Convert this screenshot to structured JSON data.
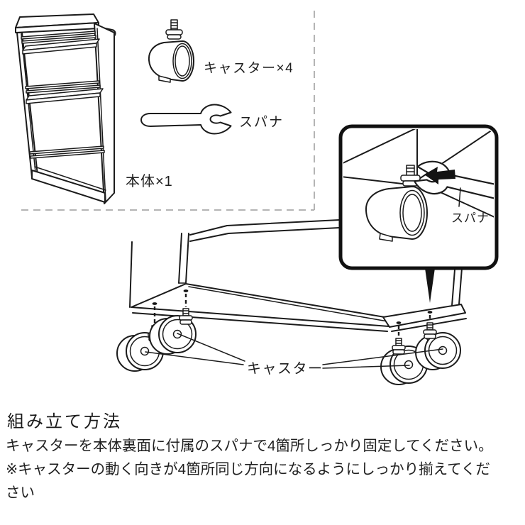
{
  "parts_list": {
    "caster_label": "キャスター×4",
    "spanner_label": "スパナ",
    "body_label": "本体×1"
  },
  "detail_callout": {
    "spanner_label": "スパナ"
  },
  "assembly_diagram": {
    "caster_label": "キャスター"
  },
  "instructions": {
    "heading": "組み立て方法",
    "line1": "キャスターを本体裏面に付属のスパナで4箇所しっかり固定してください。",
    "line2": "※キャスターの動く向きが4箇所同じ方向になるようにしっかり揃えてください"
  },
  "drawings": [
    "shelf-unit-line-drawing",
    "caster-part-line-drawing",
    "spanner-line-drawing",
    "caster-attachment-callout",
    "shelf-bottom-view-drawing"
  ],
  "colors": {
    "line": "#1b1b1b",
    "guide_dash": "#b4b4b4",
    "background": "#ffffff",
    "text": "#1f1f1f"
  }
}
